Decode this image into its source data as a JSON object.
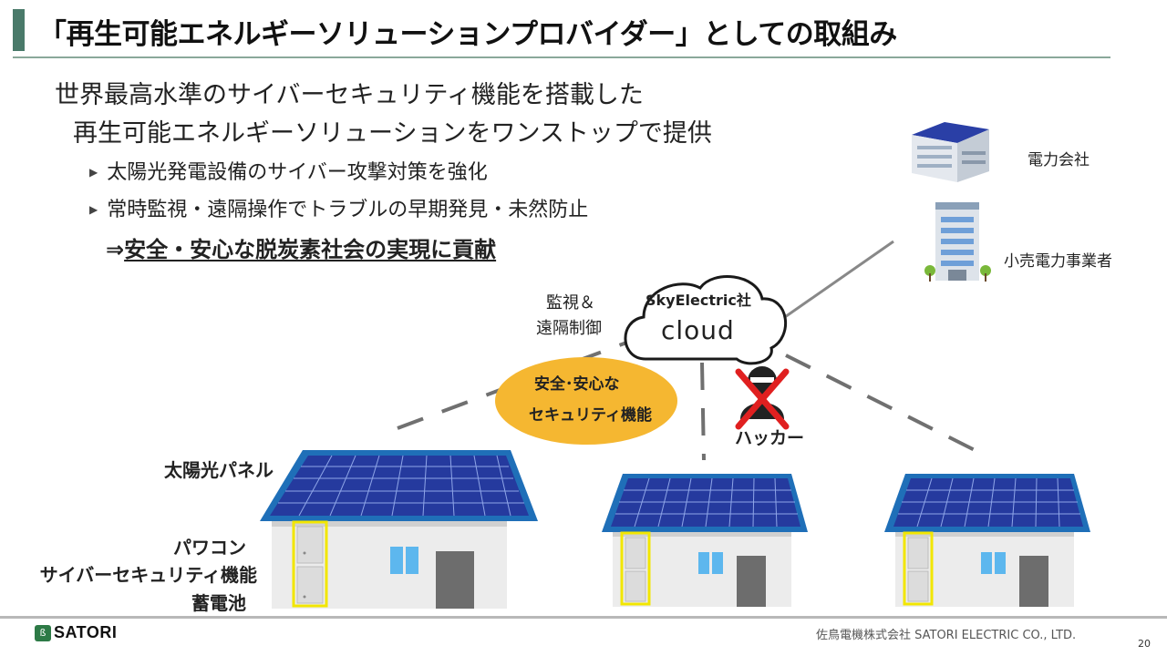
{
  "slide": {
    "title": "「再生可能エネルギーソリューションプロバイダー」としての取組み",
    "line1": "世界最高水準のサイバーセキュリティ機能を搭載した",
    "line2": "再生可能エネルギーソリューションをワンストップで提供",
    "bullets": [
      "太陽光発電設備のサイバー攻撃対策を強化",
      "常時監視・遠隔操作でトラブルの早期発見・未然防止"
    ],
    "conclusion_prefix": "⇒",
    "conclusion": "安全・安心な脱炭素社会の実現に貢献"
  },
  "diagram": {
    "power_company": "電力会社",
    "retailer": "小売電力事業者",
    "cloud_owner": "SkyElectric社",
    "cloud": "cloud",
    "monitor_line1": "監視＆",
    "monitor_line2": "遠隔制御",
    "security_line1": "安全･安心な",
    "security_line2": "セキュリティ機能",
    "hacker": "ハッカー",
    "solar_panel": "太陽光パネル",
    "pcs": "パワコン",
    "pcs_security": "サイバーセキュリティ機能",
    "battery": "蓄電池"
  },
  "footer": {
    "logo_text": "SATORI",
    "company": "佐鳥電機株式会社  SATORI ELECTRIC CO., LTD.",
    "page": "20"
  },
  "colors": {
    "accent": "#4a7a6a",
    "ellipse": "#f5b731",
    "highlight": "#f2e600",
    "panel": "#2a3fa6",
    "roof": "#1f6fb8",
    "cross": "#e02020"
  }
}
